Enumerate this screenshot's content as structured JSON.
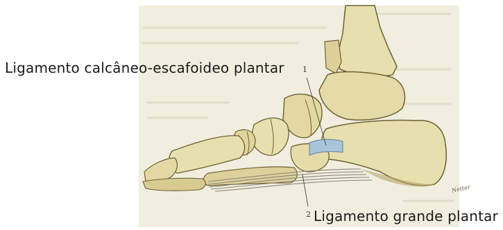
{
  "labels": {
    "top": "Ligamento calcâneo-escafoideo plantar",
    "bottom": "Ligamento grande plantar"
  },
  "numbers": {
    "one": "1",
    "two": "2"
  },
  "colors": {
    "page_background": "#ffffff",
    "paper_tint": "#f1eedf",
    "bone_fill": "#e8dfae",
    "bone_shadow": "#b8a56a",
    "bone_outline": "#6e5f34",
    "ligament_blue": "#a8c4d8",
    "ligament_gray": "#8b8478",
    "text": "#1a1a1a"
  },
  "signature": "Netter"
}
